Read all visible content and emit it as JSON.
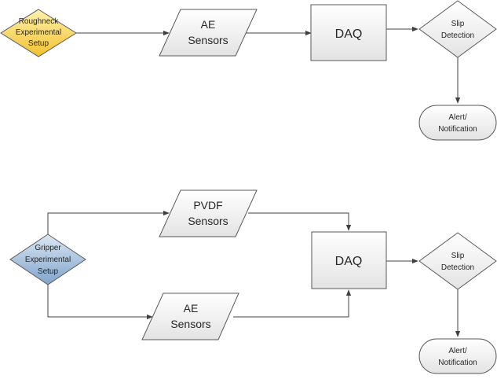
{
  "diagram": {
    "flow1": {
      "start": [
        "Roughneck",
        "Experimental",
        "Setup"
      ],
      "sensor": [
        "AE",
        "Sensors"
      ],
      "daq": "DAQ",
      "decision": [
        "Slip",
        "Detection"
      ],
      "terminal": [
        "Alert/",
        "Notification"
      ]
    },
    "flow2": {
      "start": [
        "Gripper",
        "Experimental",
        "Setup"
      ],
      "sensor_top": [
        "PVDF",
        "Sensors"
      ],
      "sensor_bottom": [
        "AE",
        "Sensors"
      ],
      "daq": "DAQ",
      "decision": [
        "Slip",
        "Detection"
      ],
      "terminal": [
        "Alert/",
        "Notification"
      ]
    }
  },
  "colors": {
    "roughneck_fill_top": "#fff2b0",
    "roughneck_fill_bottom": "#f2c12e",
    "gripper_fill_top": "#dbe7f3",
    "gripper_fill_bottom": "#7fa4cb",
    "box_fill_top": "#ffffff",
    "box_fill_bottom": "#e3e3e3",
    "stroke": "#595959"
  }
}
